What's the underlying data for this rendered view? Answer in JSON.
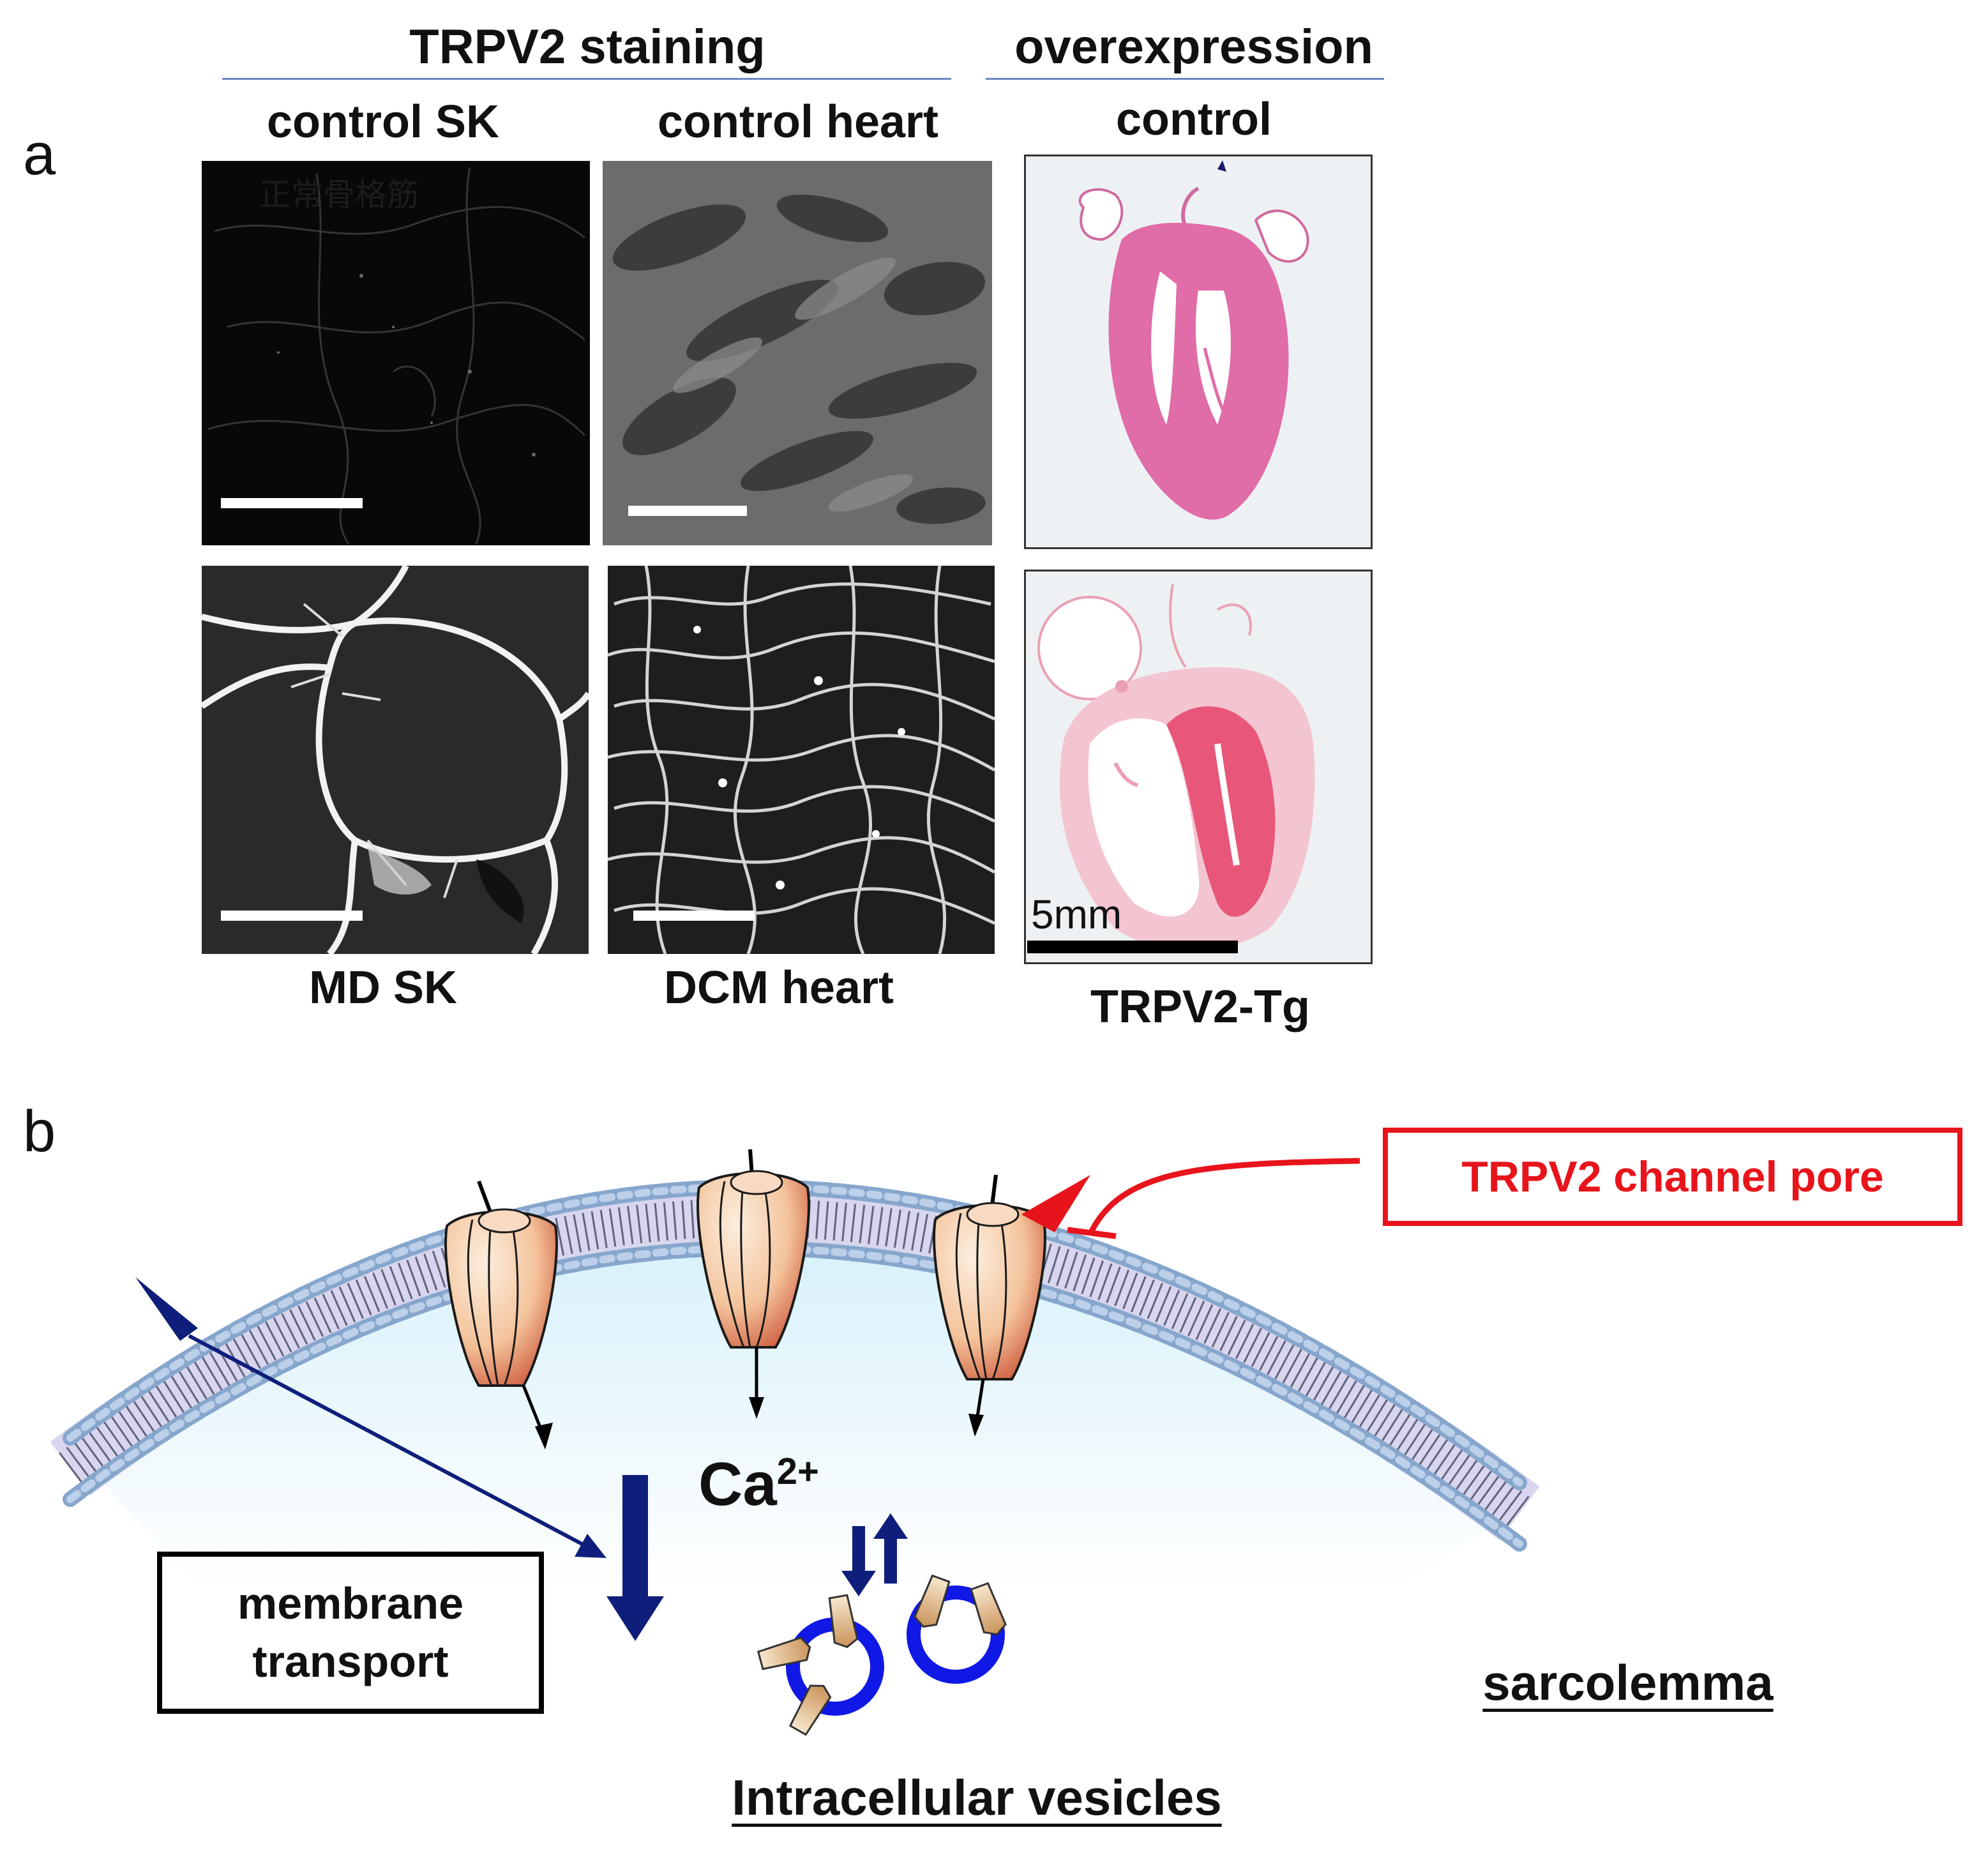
{
  "panel_a": {
    "letter": "a",
    "group_headers": {
      "staining": "TRPV2 staining",
      "overexpression": "overexpression"
    },
    "top_labels": {
      "control_sk": "control SK",
      "control_heart": "control heart",
      "control": "control"
    },
    "bottom_labels": {
      "md_sk": "MD SK",
      "dcm_heart": "DCM heart",
      "trpv2_tg": "TRPV2-Tg"
    },
    "scale_label": "5mm",
    "faint_overlay_text": "正常骨格筋"
  },
  "panel_b": {
    "letter": "b",
    "pore_label": "TRPV2 channel pore",
    "ion_label": "Ca",
    "ion_charge": "2+",
    "transport_line1": "membrane",
    "transport_line2": "transport",
    "sarcolemma_label": "sarcolemma",
    "vesicles_label": "Intracellular vesicles"
  },
  "colors": {
    "pore_red": "#e8141b",
    "arrow_navy": "#0e1e7a",
    "vesicle_blue": "#1018e6",
    "he_pink": "#e06ca8",
    "tg_pink": "#e8567a",
    "lipid_head": "#9bb4d6",
    "cytoplasm": "#dff3fb"
  }
}
